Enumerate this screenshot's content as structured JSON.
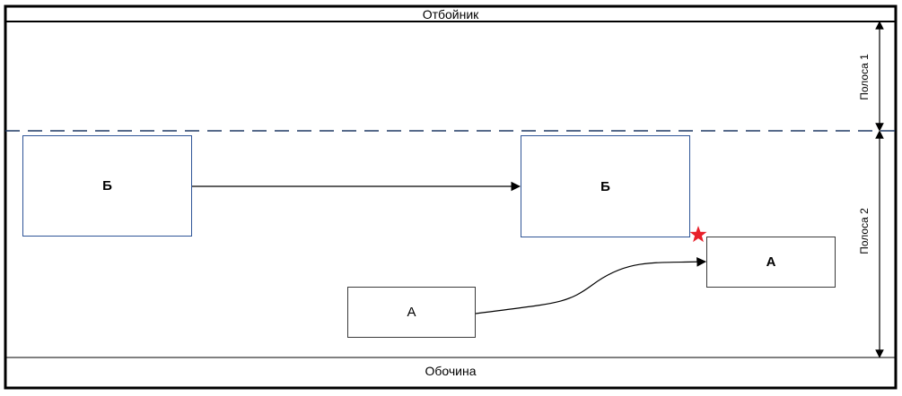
{
  "top_label": "Отбойник",
  "bottom_label": "Обочина",
  "lanes": {
    "lane1": "Полоса 1",
    "lane2": "Полоса 2"
  },
  "vehicles": {
    "b_start": "Б",
    "b_end": "Б",
    "a_start": "А",
    "a_end": "А"
  },
  "colors": {
    "box_border_blue": "#2f5597",
    "dashed_line": "#1f3864",
    "impact_star": "#e8202a"
  },
  "icons": [
    "arrow-right-icon",
    "curved-arrow-icon",
    "impact-star-icon",
    "dimension-arrow-icon"
  ]
}
